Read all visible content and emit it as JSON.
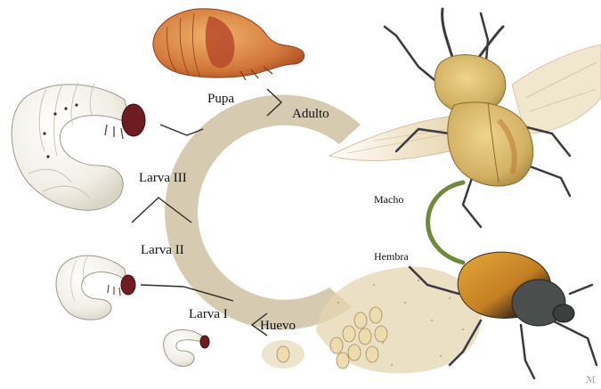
{
  "cycle": {
    "stages": {
      "pupa": "Pupa",
      "adulto": "Adulto",
      "larva3": "Larva III",
      "larva2": "Larva II",
      "larva1": "Larva I",
      "huevo": "Huevo"
    },
    "sexes": {
      "male": "Macho",
      "female": "Hembra"
    },
    "ring_color": "#d6cab1",
    "connector_color": "#6f8a3a"
  },
  "artist_mark": "ℳ"
}
